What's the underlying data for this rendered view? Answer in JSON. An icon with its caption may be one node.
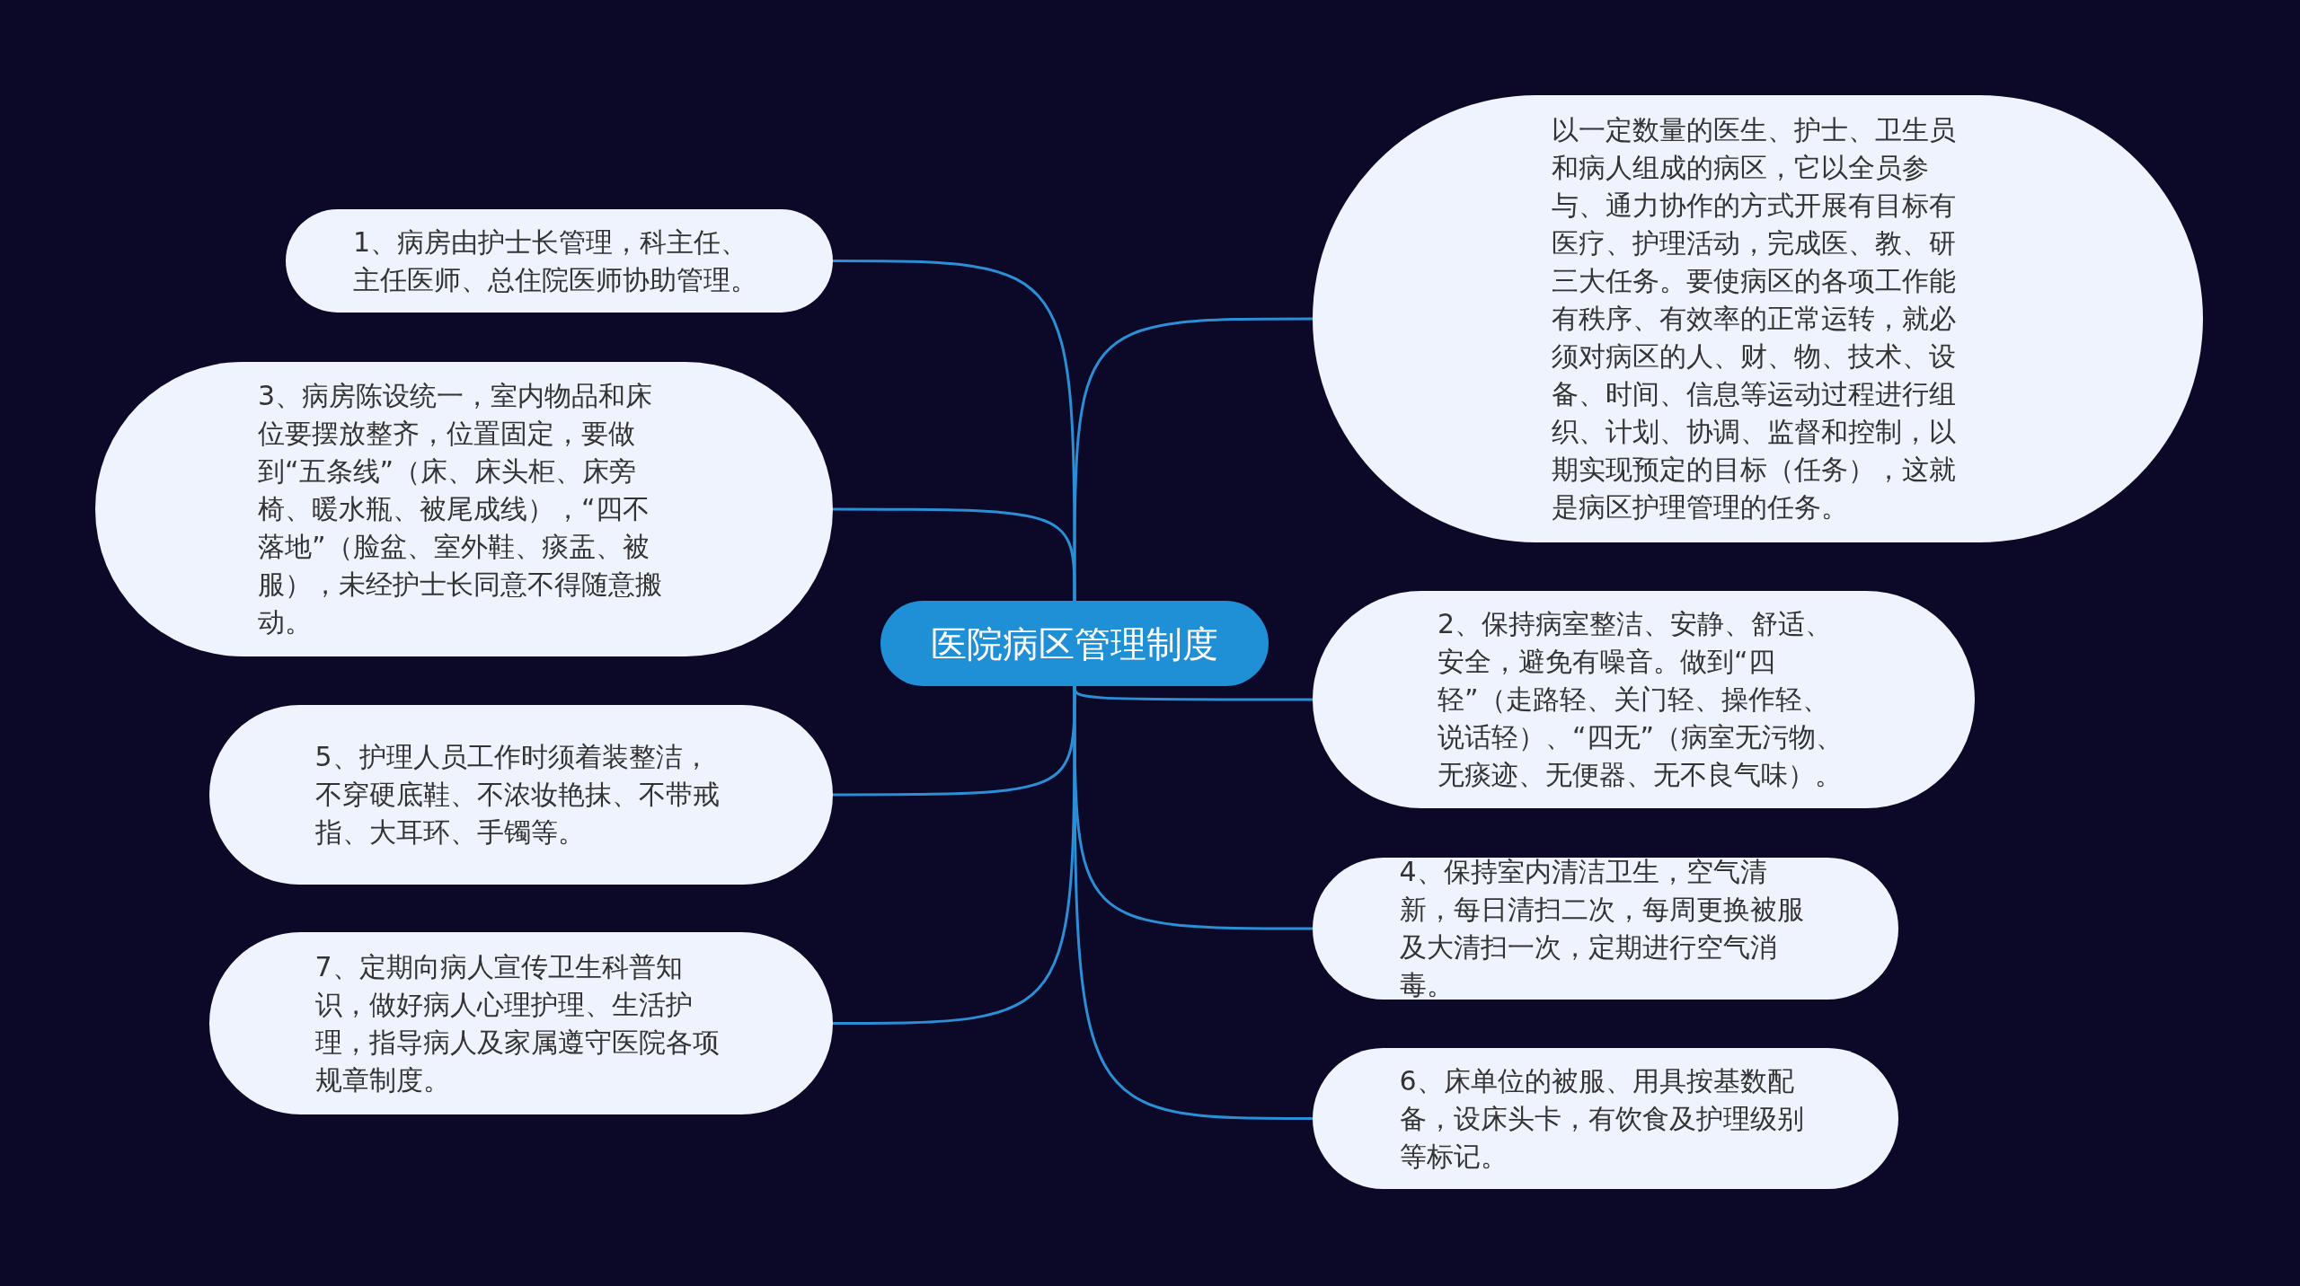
{
  "diagram": {
    "nodes": [
      {
        "text": [
          "医院病区管理制度"
        ]
      },
      {
        "text": [
          "1、病房由护士长管理，科主任、主任医师、总住院医师协助管理。"
        ]
      },
      {
        "text": [
          "3、病房陈设统一，室内物品和床位要摆放整齐，位置固定，要做到“五条线”（床、床头柜、床旁椅、暖水瓶、被尾成线），“四不落地”（脸盆、室外鞋、痰盂、被服），未经护士长同意不得随意搬动。"
        ]
      },
      {
        "text": [
          "5、护理人员工作时须着装整洁，不穿硬底鞋、不浓妆艳抹、不带戒指、大耳环、手镯等。"
        ]
      },
      {
        "text": [
          "7、定期向病人宣传卫生科普知识，做好病人心理护理、生活护理，指导病人及家属遵守医院各项规章制度。"
        ]
      },
      {
        "text": [
          "以一定数量的医生、护士、卫生员和病人组成的病区，它以全员参与、通力协作的方式开展有目标有医疗、护理活动，完成医、教、研三大任务。要使病区的各项工作能有秩序、有效率的正常运转，就必须对病区的人、财、物、技术、设备、时间、信息等运动过程进行组织、计划、协调、监督和控制，以期实现预定的目标（任务），这就是病区护理管理的任务。"
        ]
      },
      {
        "text": [
          "2、保持病室整洁、安静、舒适、安全，避免有噪音。做到“四轻”（走路轻、关门轻、操作轻、说话轻）、“四无”（病室无污物、无痰迹、无便器、无不良气味）。"
        ]
      },
      {
        "text": [
          "4、保持室内清洁卫生，空气清新，每日清扫二次，每周更换被服及大清扫一次，定期进行空气消毒。"
        ]
      },
      {
        "text": [
          "6、床单位的被服、用具按基数配备，设床头卡，有饮食及护理级别等标记。"
        ]
      }
    ],
    "edges": [
      {
        "from": 0,
        "to": 1,
        "arrow": "none"
      },
      {
        "from": 0,
        "to": 2,
        "arrow": "none"
      },
      {
        "from": 0,
        "to": 3,
        "arrow": "none"
      },
      {
        "from": 0,
        "to": 4,
        "arrow": "none"
      },
      {
        "from": 0,
        "to": 5,
        "arrow": "none"
      },
      {
        "from": 0,
        "to": 6,
        "arrow": "none"
      },
      {
        "from": 0,
        "to": 7,
        "arrow": "none"
      },
      {
        "from": 0,
        "to": 8,
        "arrow": "none"
      }
    ]
  }
}
